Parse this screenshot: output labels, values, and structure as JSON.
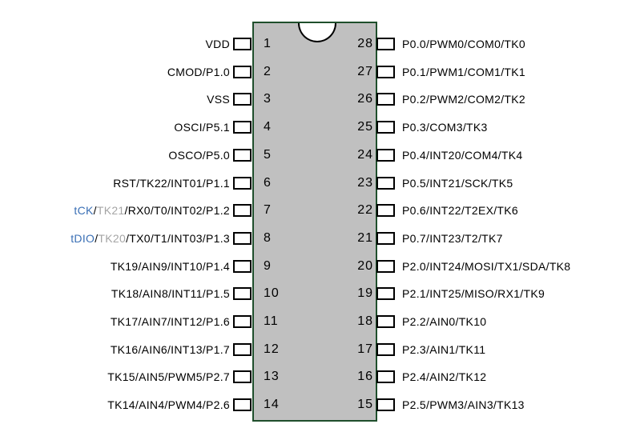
{
  "diagram": {
    "type": "ic-pinout",
    "package": "28-pin dual-in-line",
    "colors": {
      "background": "#FFFFFF",
      "chip_fill": "#C0C0C0",
      "chip_border": "#1F4F2C",
      "pin_box_fill": "#FFFFFF",
      "pin_box_border": "#000000",
      "label_default": "#000000",
      "label_blue": "#3A6FB5",
      "label_gray": "#A5A5A5"
    },
    "pins": {
      "left": [
        {
          "number": "1",
          "segments": [
            {
              "text": "VDD"
            }
          ]
        },
        {
          "number": "2",
          "segments": [
            {
              "text": "CMOD/P1.0"
            }
          ]
        },
        {
          "number": "3",
          "segments": [
            {
              "text": "VSS"
            }
          ]
        },
        {
          "number": "4",
          "segments": [
            {
              "text": "OSCI/P5.1"
            }
          ]
        },
        {
          "number": "5",
          "segments": [
            {
              "text": "OSCO/P5.0"
            }
          ]
        },
        {
          "number": "6",
          "segments": [
            {
              "text": "RST/TK22/INT01/P1.1"
            }
          ]
        },
        {
          "number": "7",
          "segments": [
            {
              "text": "tCK",
              "color": "blue"
            },
            {
              "text": "/"
            },
            {
              "text": "TK21",
              "color": "gray"
            },
            {
              "text": "/RX0/T0/INT02/P1.2"
            }
          ]
        },
        {
          "number": "8",
          "segments": [
            {
              "text": "tDIO",
              "color": "blue"
            },
            {
              "text": "/"
            },
            {
              "text": "TK20",
              "color": "gray"
            },
            {
              "text": "/TX0/T1/INT03/P1.3"
            }
          ]
        },
        {
          "number": "9",
          "segments": [
            {
              "text": "TK19/AIN9/INT10/P1.4"
            }
          ]
        },
        {
          "number": "10",
          "segments": [
            {
              "text": "TK18/AIN8/INT11/P1.5"
            }
          ]
        },
        {
          "number": "11",
          "segments": [
            {
              "text": "TK17/AIN7/INT12/P1.6"
            }
          ]
        },
        {
          "number": "12",
          "segments": [
            {
              "text": "TK16/AIN6/INT13/P1.7"
            }
          ]
        },
        {
          "number": "13",
          "segments": [
            {
              "text": "TK15/AIN5/PWM5/P2.7"
            }
          ]
        },
        {
          "number": "14",
          "segments": [
            {
              "text": "TK14/AIN4/PWM4/P2.6"
            }
          ]
        }
      ],
      "right": [
        {
          "number": "28",
          "segments": [
            {
              "text": "P0.0/PWM0/COM0/TK0"
            }
          ]
        },
        {
          "number": "27",
          "segments": [
            {
              "text": "P0.1/PWM1/COM1/TK1"
            }
          ]
        },
        {
          "number": "26",
          "segments": [
            {
              "text": "P0.2/PWM2/COM2/TK2"
            }
          ]
        },
        {
          "number": "25",
          "segments": [
            {
              "text": "P0.3/COM3/TK3"
            }
          ]
        },
        {
          "number": "24",
          "segments": [
            {
              "text": "P0.4/INT20/COM4/TK4"
            }
          ]
        },
        {
          "number": "23",
          "segments": [
            {
              "text": "P0.5/INT21/SCK/TK5"
            }
          ]
        },
        {
          "number": "22",
          "segments": [
            {
              "text": "P0.6/INT22/T2EX/TK6"
            }
          ]
        },
        {
          "number": "21",
          "segments": [
            {
              "text": "P0.7/INT23/T2/TK7"
            }
          ]
        },
        {
          "number": "20",
          "segments": [
            {
              "text": "P2.0/INT24/MOSI/TX1/SDA/TK8"
            }
          ]
        },
        {
          "number": "19",
          "segments": [
            {
              "text": "P2.1/INT25/MISO/RX1/TK9"
            }
          ]
        },
        {
          "number": "18",
          "segments": [
            {
              "text": "P2.2/AIN0/TK10"
            }
          ]
        },
        {
          "number": "17",
          "segments": [
            {
              "text": "P2.3/AIN1/TK11"
            }
          ]
        },
        {
          "number": "16",
          "segments": [
            {
              "text": "P2.4/AIN2/TK12"
            }
          ]
        },
        {
          "number": "15",
          "segments": [
            {
              "text": "P2.5/PWM3/AIN3/TK13"
            }
          ]
        }
      ]
    }
  }
}
